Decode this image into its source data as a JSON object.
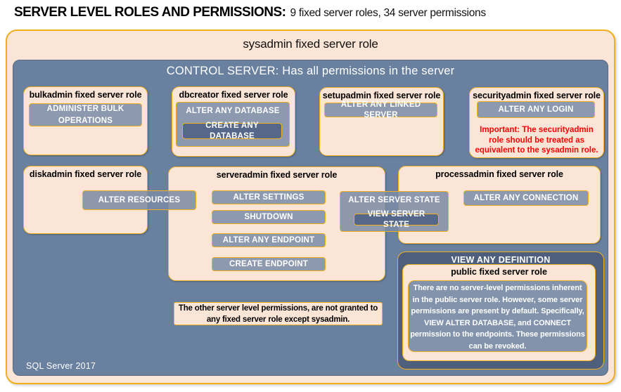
{
  "title": {
    "main": "SERVER LEVEL ROLES AND PERMISSIONS:",
    "subtitle": "9 fixed server roles, 34 server permissions"
  },
  "sysadmin": {
    "label": "sysadmin fixed server role"
  },
  "control_server": {
    "label": "CONTROL SERVER: Has all permissions in the server",
    "footer": "SQL Server 2017"
  },
  "roles": {
    "bulkadmin": {
      "header": "bulkadmin fixed server role",
      "permission": "ADMINISTER BULK OPERATIONS"
    },
    "dbcreator": {
      "header": "dbcreator fixed server role",
      "permission": "ALTER ANY DATABASE",
      "nested_permission": "CREATE ANY DATABASE"
    },
    "setupadmin": {
      "header": "setupadmin fixed server role",
      "permission": "ALTER ANY LINKED SERVER"
    },
    "securityadmin": {
      "header": "securityadmin fixed server role",
      "permission": "ALTER ANY LOGIN",
      "warning": "Important: The securityadmin role should be treated as equivalent to the sysadmin role."
    },
    "diskadmin": {
      "header": "diskadmin fixed server role",
      "permission": "ALTER RESOURCES"
    },
    "serveradmin": {
      "header": "serveradmin fixed server role",
      "permissions": [
        "ALTER SETTINGS",
        "SHUTDOWN",
        "ALTER ANY ENDPOINT",
        "CREATE ENDPOINT"
      ],
      "state_permission": "ALTER SERVER STATE",
      "state_nested_permission": "VIEW SERVER STATE"
    },
    "processadmin": {
      "header": "processadmin fixed server role",
      "permission": "ALTER ANY CONNECTION"
    },
    "public": {
      "container_header": "VIEW ANY DEFINITION",
      "header": "public fixed server role",
      "body": "There are no server-level permissions inherent in the public server role. However, some server permissions are present by default. Specifically, VIEW ALTER DATABASE, and CONNECT permission to the endpoints. These permissions can be revoked."
    }
  },
  "notes": {
    "other_permissions": "The other server level permissions, are not granted to any fixed server role except sysadmin."
  },
  "colors": {
    "peach": "#FBE5D6",
    "gold_border": "#F0B01E",
    "panel_blue": "#69809F",
    "chip_blue": "#8C99AE",
    "chip_dark_blue": "#56688A",
    "definition_dark_blue": "#4E5F7D",
    "warning_red": "#FF0000"
  }
}
